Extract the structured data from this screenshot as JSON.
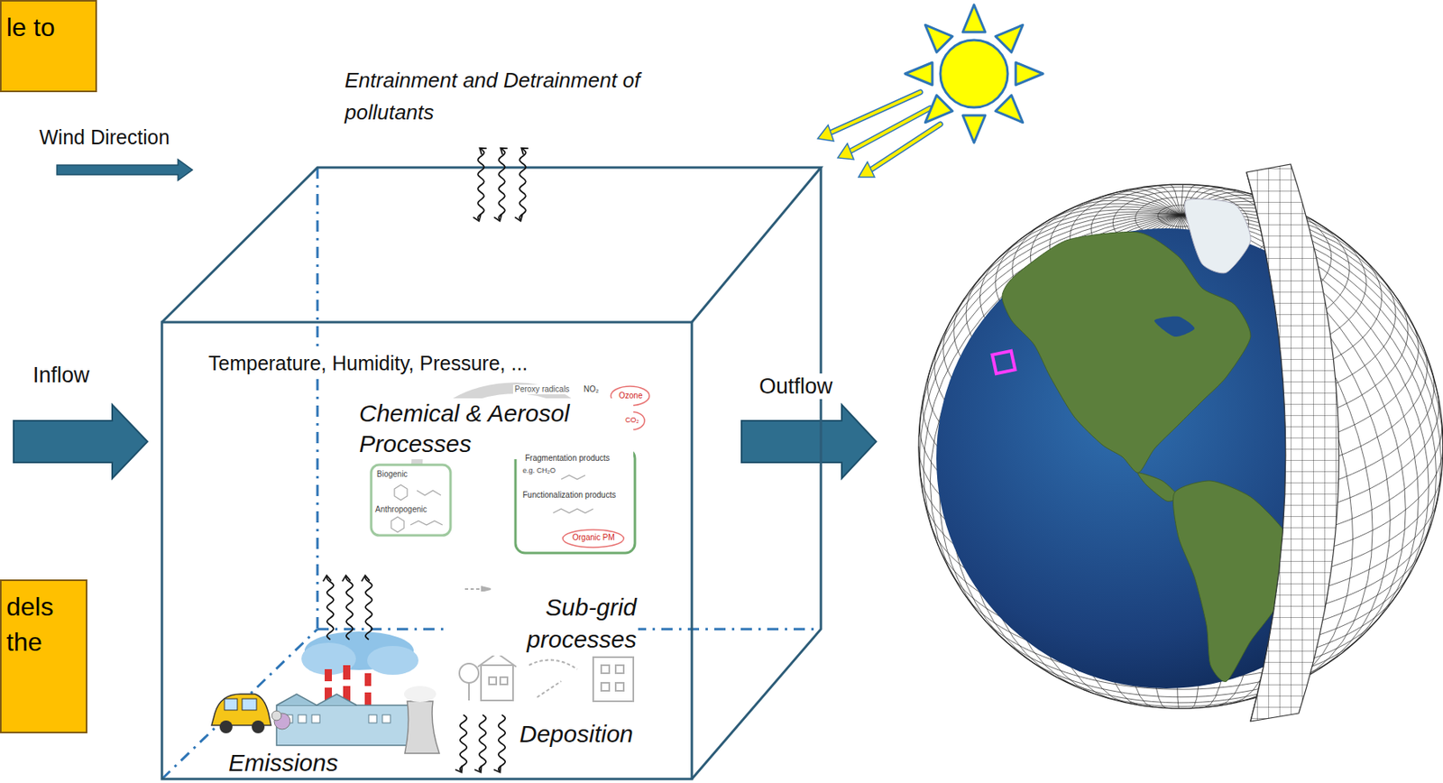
{
  "diagram": {
    "nodes": [
      {
        "text": [
          "le to"
        ]
      },
      {
        "text": [
          "dels the"
        ]
      }
    ],
    "labels": [
      "Wind Direction",
      "Entrainment and Detrainment of pollutants",
      "Inflow",
      "Outflow",
      "Temperature, Humidity, Pressure, ...",
      "Chemical & Aerosol Processes",
      "Sub-grid processes",
      "Deposition",
      "Emissions",
      "Peroxy radicals",
      "NO₂",
      "Ozone",
      "CO₂",
      "Biogenic",
      "Anthropogenic",
      "Fragmentation products",
      "e.g. CH₂O",
      "Functionalization products",
      "Organic PM"
    ]
  }
}
